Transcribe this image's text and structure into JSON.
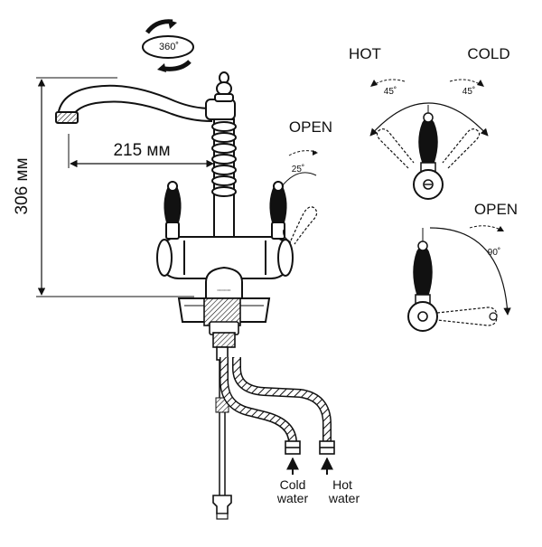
{
  "labels": {
    "rotation": "360˚",
    "hot": "HOT",
    "cold": "COLD",
    "open_top": "OPEN",
    "open_right": "OPEN",
    "angle_hot": "45˚",
    "angle_cold": "45˚",
    "angle_open": "25˚",
    "angle_lever": "90˚",
    "width_dim": "215 мм",
    "height_dim": "306 мм",
    "cold_water_1": "Cold",
    "cold_water_2": "water",
    "hot_water_1": "Hot",
    "hot_water_2": "water"
  }
}
